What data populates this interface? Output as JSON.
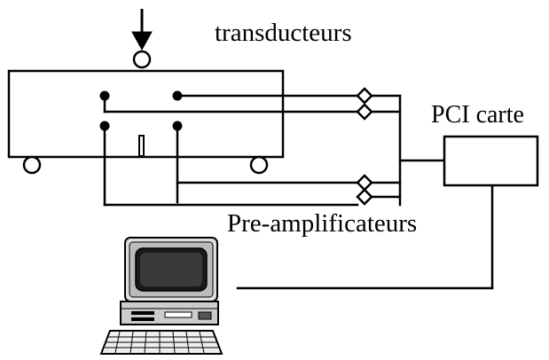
{
  "labels": {
    "transducers": "transducteurs",
    "pci_card": "PCI carte",
    "preamplifiers": "Pre-amplificateurs"
  },
  "colors": {
    "line": "#000000",
    "background": "#ffffff"
  },
  "icons": [
    "down-arrow-icon",
    "computer-icon",
    "diamond-connector-icon"
  ]
}
